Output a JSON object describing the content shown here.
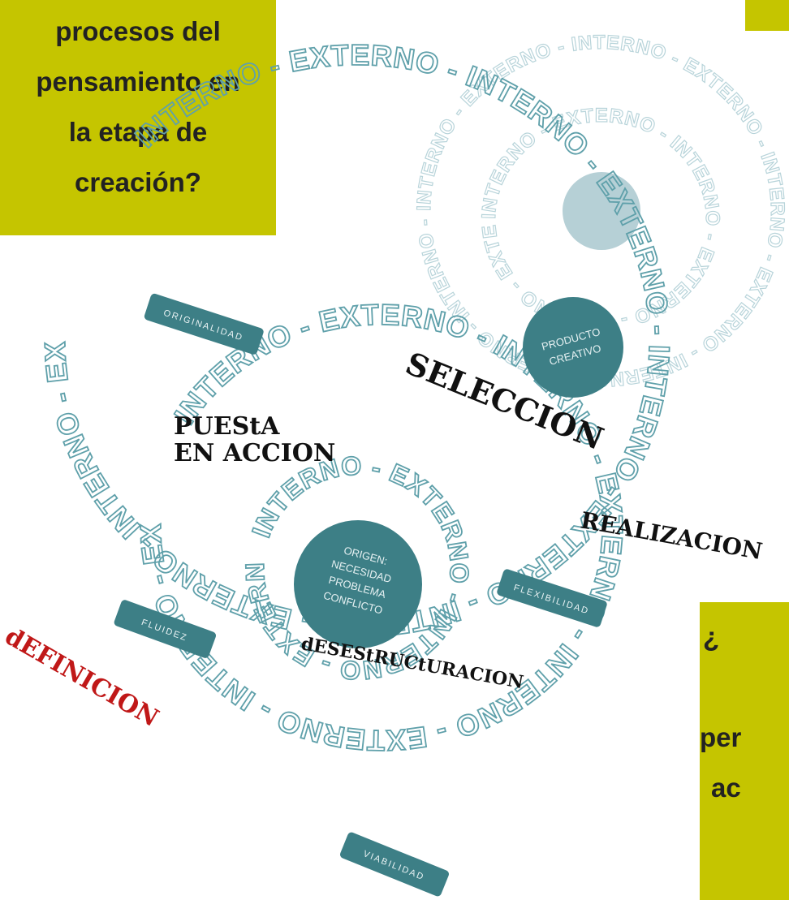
{
  "callouts": {
    "top_left": [
      "procesos del",
      "pensamiento en",
      "la etapa de",
      "creación?"
    ],
    "bottom_right": [
      "¿",
      "",
      "per",
      "ac"
    ]
  },
  "rings": {
    "large": "INTERNO - EXTERNO - INTERNO - EXTERNO - INTERNO - EXTERNO - INTERNO - EXTERNO - INTERNO - EXTERNO -",
    "inner": "INTERNO - EXTERNO - INTERNO - EXTERNO - INTERNO - EXTERNO - INTERNO - EXTERNO -",
    "small": "INTERNO - EXTERNO - INTERNO - EXTERNO - INTERNO - EXTERNO -",
    "faint": "INTERNO - EXTERNO - INTERNO - EXTERNO - INTERNO - EXTERNO - INTERNO - EXTERNO - INTERNO - EXTERNO -"
  },
  "circles": {
    "origin": [
      "ORIGEN:",
      "NECESIDAD",
      "PROBLEMA",
      "CONFLICTO"
    ],
    "product": [
      "PRODUCTO",
      "CREATIVO"
    ]
  },
  "pills": {
    "originalidad": "ORIGINALIDAD",
    "fluidez": "FLUIDEZ",
    "flexibilidad": "FLEXIBILIDAD",
    "viabilidad": "VIABILIDAD"
  },
  "stages": {
    "seleccion": "SELECCION",
    "puesta": "PUEStA",
    "en_accion": "EN ACCION",
    "realizacion": "REALIZACION",
    "definicion": "dEFINICION",
    "desestructuracion": "dESEStRUCtURACION"
  },
  "colors": {
    "callout": "#c5c500",
    "teal": "#3d7f86",
    "ring": "#5fa0aa",
    "faint": "#b8d4da",
    "stamp_red": "#c01818"
  }
}
